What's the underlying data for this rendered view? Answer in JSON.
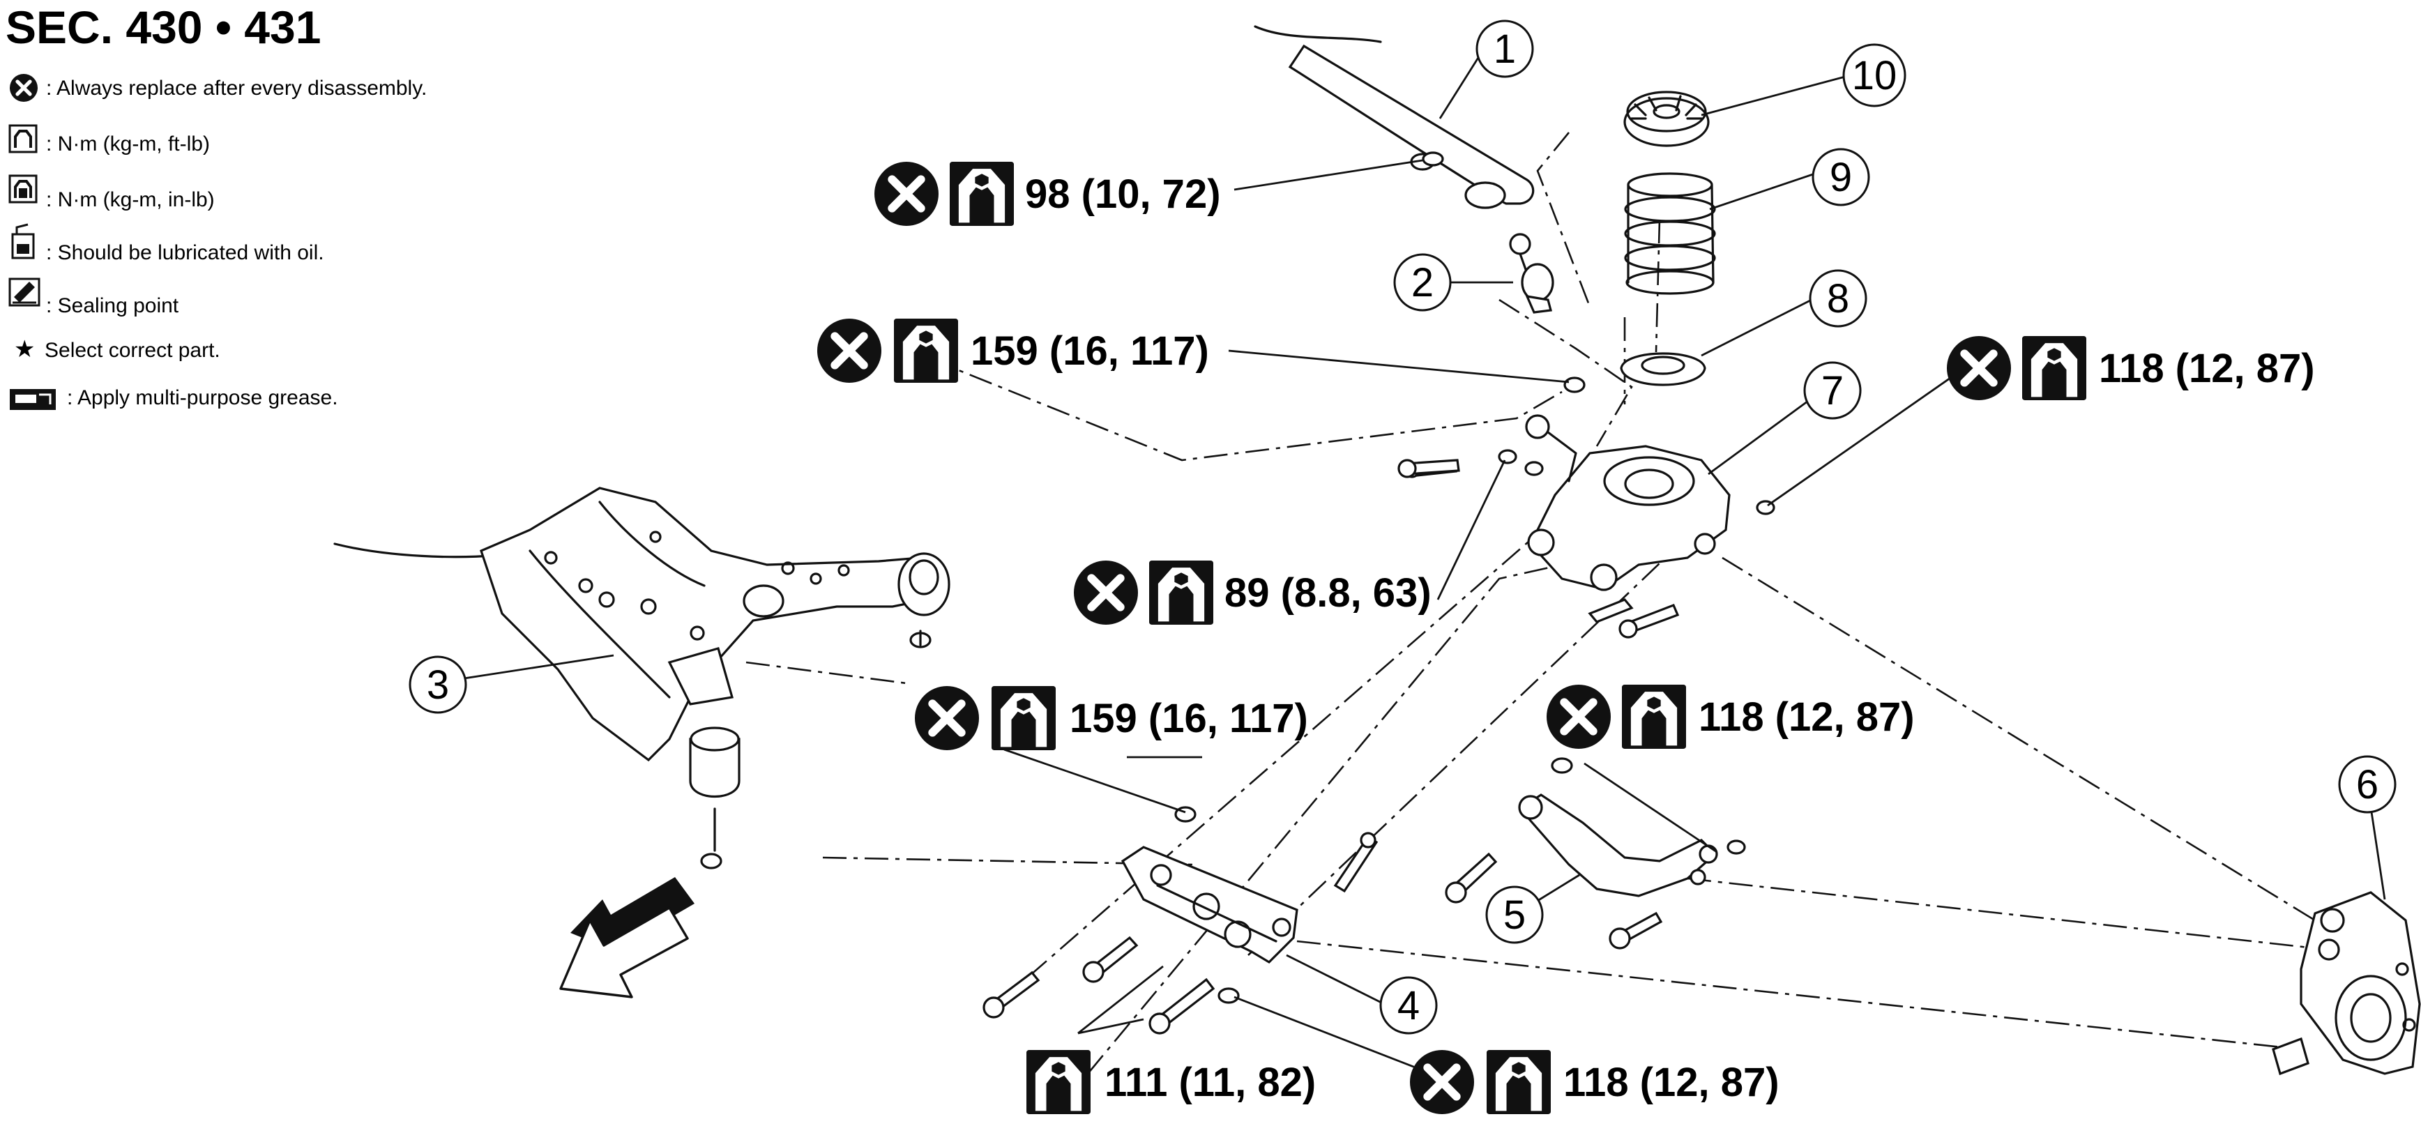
{
  "header": {
    "title": "SEC. 430 • 431"
  },
  "legend": [
    {
      "icon": "replace-x-icon",
      "text": ": Always replace after every disassembly."
    },
    {
      "icon": "torque-ftlb-icon",
      "text": ": N·m (kg-m, ft-lb)"
    },
    {
      "icon": "torque-inlb-icon",
      "text": ": N·m (kg-m, in-lb)"
    },
    {
      "icon": "oil-can-icon",
      "text": ": Should be lubricated with oil."
    },
    {
      "icon": "sealing-point-icon",
      "text": ": Sealing point"
    },
    {
      "icon": "star-icon",
      "symbol": "★",
      "text": "Select correct part."
    },
    {
      "icon": "grease-icon",
      "text": ": Apply multi-purpose grease."
    }
  ],
  "callouts": [
    "1",
    "2",
    "3",
    "4",
    "5",
    "6",
    "7",
    "8",
    "9",
    "10"
  ],
  "torques": [
    {
      "id": "t98",
      "replace": true,
      "value": "98 (10, 72)"
    },
    {
      "id": "t159a",
      "replace": true,
      "value": "159 (16, 117)"
    },
    {
      "id": "t118a",
      "replace": true,
      "value": "118 (12, 87)"
    },
    {
      "id": "t89",
      "replace": true,
      "value": "89 (8.8, 63)"
    },
    {
      "id": "t159b",
      "replace": true,
      "value": "159 (16, 117)"
    },
    {
      "id": "t118b",
      "replace": true,
      "value": "118 (12, 87)"
    },
    {
      "id": "t111",
      "replace": false,
      "value": "111 (11, 82)"
    },
    {
      "id": "t118c",
      "replace": true,
      "value": "118 (12, 87)"
    }
  ],
  "colors": {
    "ink": "#111111",
    "background": "#ffffff"
  },
  "direction_arrow": "front-arrow-icon"
}
